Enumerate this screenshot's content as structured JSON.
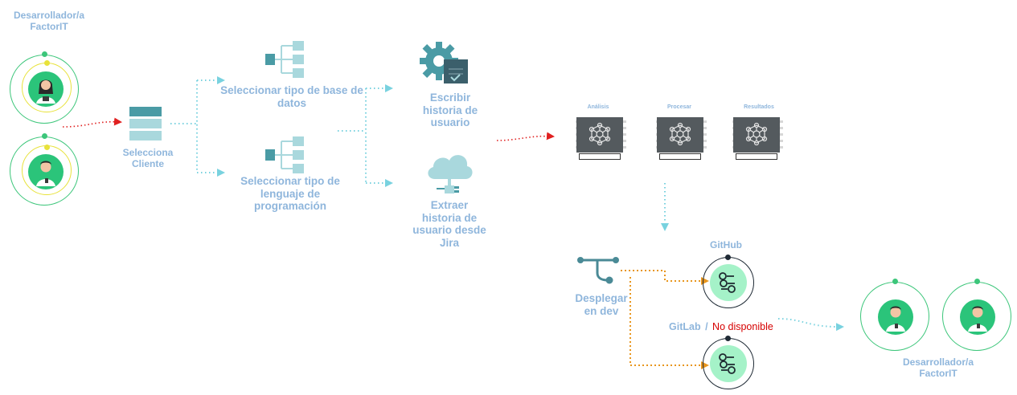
{
  "developers_top": {
    "label": "Desarrollador/a FactorIT"
  },
  "developers_bottom": {
    "label": "Desarrollador/a FactorIT"
  },
  "nodes": {
    "selecciona_cliente": "Selecciona Cliente",
    "tipo_base_datos": "Seleccionar tipo de base de datos",
    "tipo_lenguaje": "Seleccionar tipo de lenguaje de programación",
    "escribir_historia": "Escribir historia de usuario",
    "extraer_historia": "Extraer historia de usuario desde Jira",
    "desplegar": "Desplegar en dev"
  },
  "pipeline": {
    "stages": [
      "Análisis",
      "Procesar",
      "Resultados"
    ]
  },
  "repos": {
    "github": "GitHub",
    "gitlab": "GitLab",
    "separator": "/",
    "gitlab_status": "No disponible"
  },
  "colors": {
    "label": "#8fb6dc",
    "accent_green": "#3cc67a",
    "accent_yellow": "#e8e23a",
    "arrow_red": "#e02020",
    "arrow_orange": "#e8961e",
    "arrow_teal": "#79d2df",
    "unavailable_red": "#d60000"
  },
  "icons": [
    "woman-avatar-icon",
    "man-avatar-icon",
    "table-stack-icon",
    "hierarchy-icon",
    "gear-document-icon",
    "cloud-plug-icon",
    "processor-icon",
    "branch-icon",
    "checklist-icon"
  ]
}
